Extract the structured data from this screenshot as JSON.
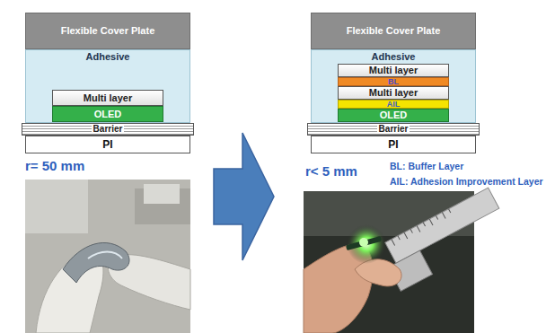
{
  "diagram": {
    "nodes": [
      {
        "text": [
          "Flexible Cover Plate"
        ]
      },
      {
        "text": [
          "Adhesive"
        ]
      },
      {
        "text": [
          "Multi layer"
        ],
        "in": 1
      },
      {
        "text": [
          "OLED"
        ],
        "in": 1
      },
      {
        "text": [
          "Barrier"
        ]
      },
      {
        "text": [
          "PI"
        ]
      },
      {
        "text": [
          "Flexible Cover Plate"
        ]
      },
      {
        "text": [
          "Adhesive"
        ]
      },
      {
        "text": [
          "Multi layer"
        ],
        "in": 7
      },
      {
        "text": [
          "BL"
        ],
        "in": 7
      },
      {
        "text": [
          "Multi layer"
        ],
        "in": 7
      },
      {
        "text": [
          "AIL"
        ],
        "in": 7
      },
      {
        "text": [
          "OLED"
        ],
        "in": 7
      },
      {
        "text": [
          "Barrier"
        ]
      },
      {
        "text": [
          "PI"
        ]
      }
    ],
    "labels": [
      "r= 50 mm",
      "r< 5 mm",
      "BL: Buffer Layer",
      "AIL: Adhesion Improvement Layer"
    ]
  }
}
